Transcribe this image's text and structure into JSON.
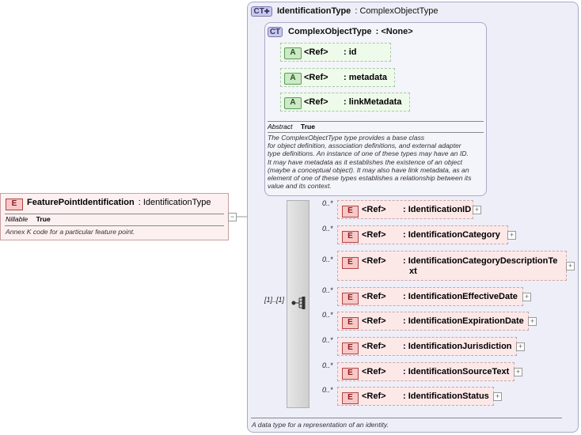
{
  "root": {
    "badge": "E",
    "name": "FeaturePointIdentification",
    "type": ": IdentificationType",
    "nillable_label": "Nillable",
    "nillable_value": "True",
    "doc": "Annex K code for a particular feature point."
  },
  "outer_type": {
    "badge": "CT",
    "name": "IdentificationType",
    "base": ": ComplexObjectType",
    "doc": "A data type for a representation of an identity."
  },
  "inner_type": {
    "badge": "CT",
    "name": "ComplexObjectType",
    "base": ": <None>",
    "abstract_label": "Abstract",
    "abstract_value": "True",
    "doc_lines": [
      "The ComplexObjectType type provides a base class",
      "for object definition, association definitions, and external adapter",
      "type definitions. An instance of one of these types may have an ID.",
      "It may have metadata as it establishes the existence of an object",
      "(maybe a conceptual object). It may also have link metadata, as an",
      "element of one of these types establishes a relationship between its",
      "value and its context."
    ]
  },
  "attributes": [
    {
      "badge": "A",
      "ref": "<Ref>",
      "name": ": id"
    },
    {
      "badge": "A",
      "ref": "<Ref>",
      "name": ": metadata"
    },
    {
      "badge": "A",
      "ref": "<Ref>",
      "name": ": linkMetadata"
    }
  ],
  "sequence": {
    "cardinality": "[1]..[1]",
    "icon": "sequence-icon"
  },
  "elements": [
    {
      "badge": "E",
      "ref": "<Ref>",
      "name": ": IdentificationID",
      "name2": "",
      "card": "0..*"
    },
    {
      "badge": "E",
      "ref": "<Ref>",
      "name": ": IdentificationCategory",
      "name2": "",
      "card": "0..*"
    },
    {
      "badge": "E",
      "ref": "<Ref>",
      "name": ": IdentificationCategoryDescriptionTe",
      "name2": "xt",
      "card": "0..*"
    },
    {
      "badge": "E",
      "ref": "<Ref>",
      "name": ": IdentificationEffectiveDate",
      "name2": "",
      "card": "0..*"
    },
    {
      "badge": "E",
      "ref": "<Ref>",
      "name": ": IdentificationExpirationDate",
      "name2": "",
      "card": "0..*"
    },
    {
      "badge": "E",
      "ref": "<Ref>",
      "name": ": IdentificationJurisdiction",
      "name2": "",
      "card": "0..*"
    },
    {
      "badge": "E",
      "ref": "<Ref>",
      "name": ": IdentificationSourceText",
      "name2": "",
      "card": "0..*"
    },
    {
      "badge": "E",
      "ref": "<Ref>",
      "name": ": IdentificationStatus",
      "name2": "",
      "card": "0..*"
    }
  ],
  "expand_symbol": "+",
  "collapse_symbol": "−"
}
